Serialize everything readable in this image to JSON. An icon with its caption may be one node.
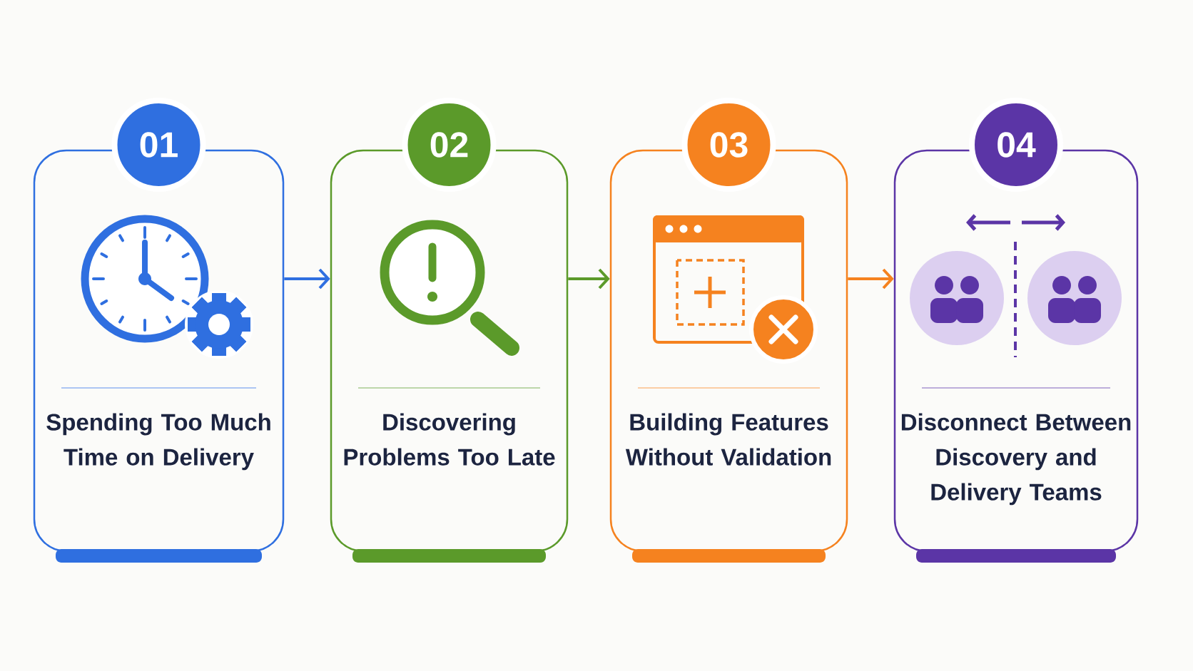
{
  "diagram": {
    "nodes": [
      {
        "text": [
          "01",
          "Spending Too Much Time on Delivery"
        ]
      },
      {
        "text": [
          "02",
          "Discovering Problems Too Late"
        ]
      },
      {
        "text": [
          "03",
          "Building Features Without Validation"
        ]
      },
      {
        "text": [
          "04",
          "Disconnect Between Discovery and Delivery Teams"
        ]
      }
    ],
    "edges": [
      {
        "from": 0,
        "to": 1,
        "arrow": "to",
        "color": "#2f6fe0"
      },
      {
        "from": 1,
        "to": 2,
        "arrow": "to",
        "color": "#5b9a2a"
      },
      {
        "from": 2,
        "to": 3,
        "arrow": "to",
        "color": "#f5821f"
      }
    ]
  }
}
